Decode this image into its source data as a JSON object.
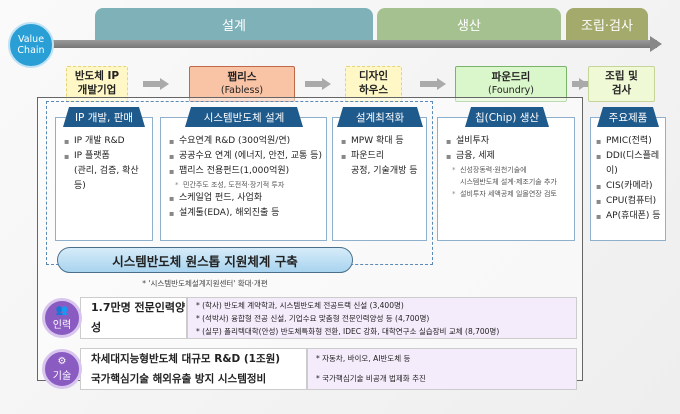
{
  "value_chain": "Value Chain",
  "phases": [
    "설계",
    "생산",
    "조립·검사"
  ],
  "stages": [
    {
      "l1": "반도체 IP",
      "l2": "개발기업"
    },
    {
      "l1": "팹리스",
      "l2": "(Fabless)"
    },
    {
      "l1": "디자인",
      "l2": "하우스"
    },
    {
      "l1": "파운드리",
      "l2": "(Foundry)"
    },
    {
      "l1": "조립 및",
      "l2": "검사"
    }
  ],
  "cards": [
    {
      "title": "IP 개발, 판매",
      "items": [
        "IP 개발 R&D",
        "IP 플랫폼",
        "(관리, 검증, 확산 등)"
      ]
    },
    {
      "title": "시스템반도체 설계",
      "items": [
        "수요연계 R&D (300억원/연)",
        "공공수요 연계 (에너지, 안전, 교통 등)",
        "팹리스 전용펀드(1,000억원)",
        "민간주도 조성, 도전적·장기적 투자",
        "스케일업 펀드, 사업화",
        "설계툴(EDA), 해외진출 등"
      ]
    },
    {
      "title": "설계최적화",
      "items": [
        "MPW 확대 등",
        "파운드리",
        "공정, 기술개방 등"
      ]
    },
    {
      "title": "칩(Chip) 생산",
      "items": [
        "설비투자",
        "금융, 세제",
        "신성장동력·원천기술에",
        "시스템반도체 설계·제조기술 추가",
        "설비투자 세액공제 일몰연장 검토"
      ]
    },
    {
      "title": "주요제품",
      "items": [
        "PMIC(전력)",
        "DDI(디스플레이)",
        "CIS(카메라)",
        "CPU(컴퓨터)",
        "AP(휴대폰) 등"
      ]
    }
  ],
  "onestop": {
    "title": "시스템반도체 원스톱 지원체계 구축",
    "note": "* '시스템반도체설계지원센터' 확대·개편"
  },
  "manpower": {
    "badge": "인력",
    "title": "1.7만명 전문인력양성",
    "items": [
      "* (학사) 반도체 계약학과, 시스템반도체 전공트랙 신설 (3,400명)",
      "* (석박사) 융합형 전공 신설, 기업수요 맞춤형 전문인력양성 등 (4,700명)",
      "* (실무) 폴리텍대학(안성) 반도체특화형 전환, IDEC 강화, 대학연구소 실습장비 교체 (8,700명)"
    ]
  },
  "tech": {
    "badge": "기술",
    "title1": "차세대지능형반도체 대규모 R&D (1조원)",
    "title2": "국가핵심기술 해외유출 방지 시스템정비",
    "items": [
      "* 자동차, 바이오, AI반도체 등",
      "* 국가핵심기술 비공개 법제화 추진"
    ]
  }
}
